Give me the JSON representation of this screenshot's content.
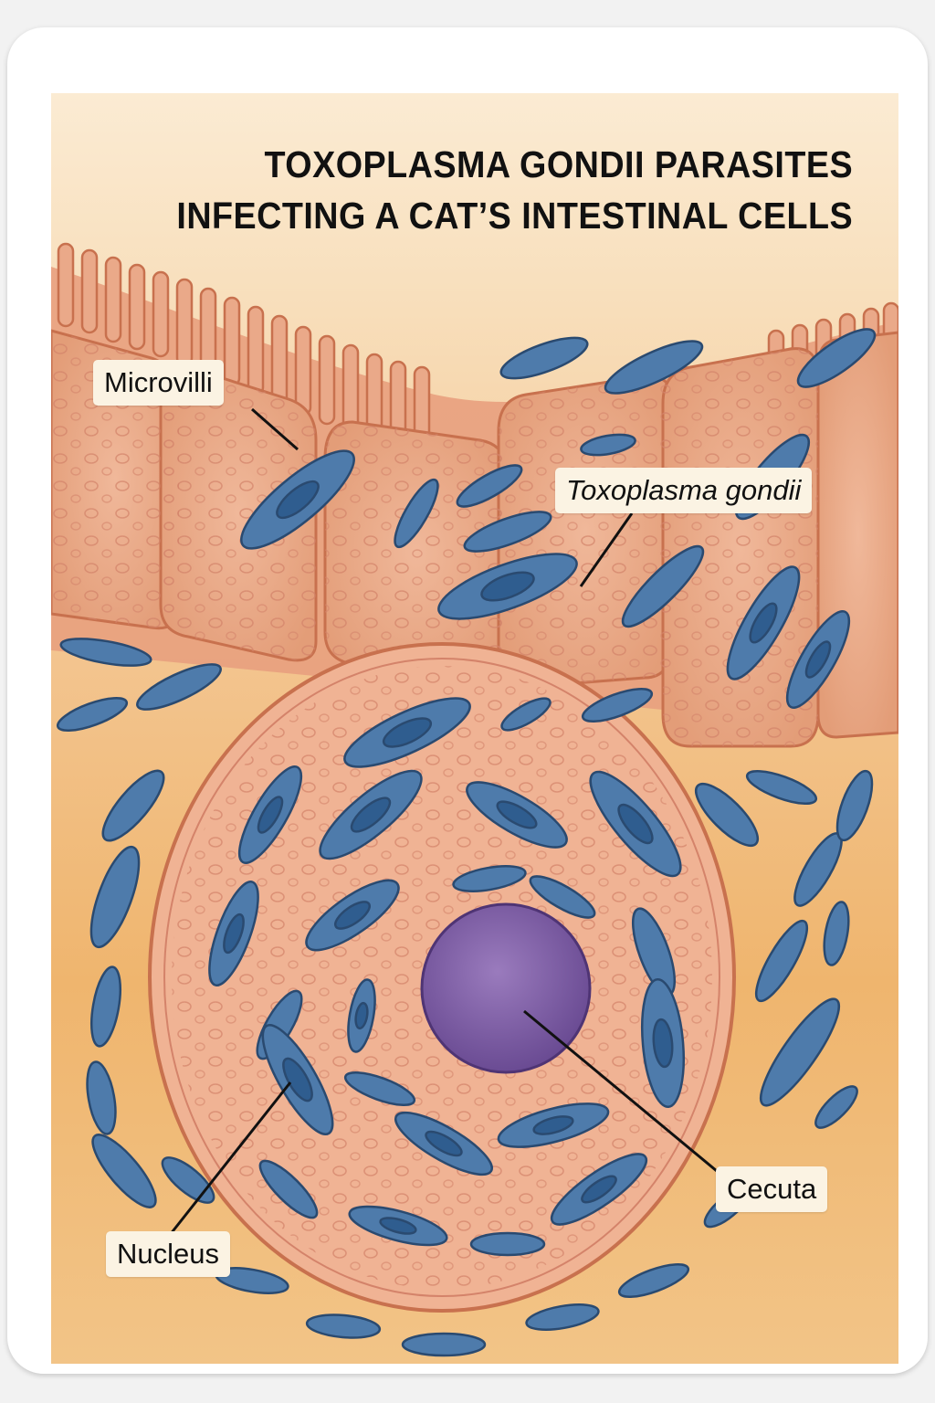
{
  "title": {
    "line1": "TOXOPLASMA GONDII PARASITES",
    "line2": "INFECTING A CAT’S INTESTINAL CELLS"
  },
  "labels": {
    "microvilli": "Microvilli",
    "toxoplasma": "Toxoplasma gondii",
    "nucleus": "Nucleus",
    "cecuta": "Cecuta"
  },
  "colors": {
    "background_top": "#fbebd3",
    "background_bottom": "#efb56e",
    "cell_fill": "#e9a883",
    "cell_outline": "#c8714e",
    "parasite_fill": "#4e7bab",
    "parasite_core": "#2f5d8f",
    "nucleus_fill": "#7b5aa0",
    "label_bg": "#fbf3e3"
  }
}
